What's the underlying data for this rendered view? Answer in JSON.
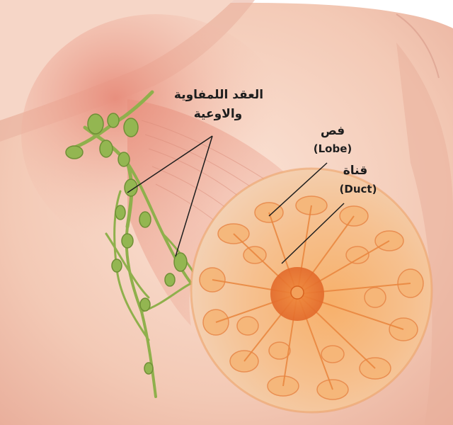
{
  "labels": {
    "lymph_ar_line1": "العقد اللمفاوية",
    "lymph_ar_line2": "والاوعية",
    "lobe_ar": "فص",
    "lobe_en": "(Lobe)",
    "duct_ar": "قناة",
    "duct_en": "(Duct)"
  },
  "colors": {
    "skin": "#f6d3c3",
    "skin_shadow": "#e9a493",
    "breast_tissue": "#f2a25c",
    "lymph": "#8fb04c",
    "nipple": "#e8742e",
    "leader_line": "#1e1e1e"
  }
}
